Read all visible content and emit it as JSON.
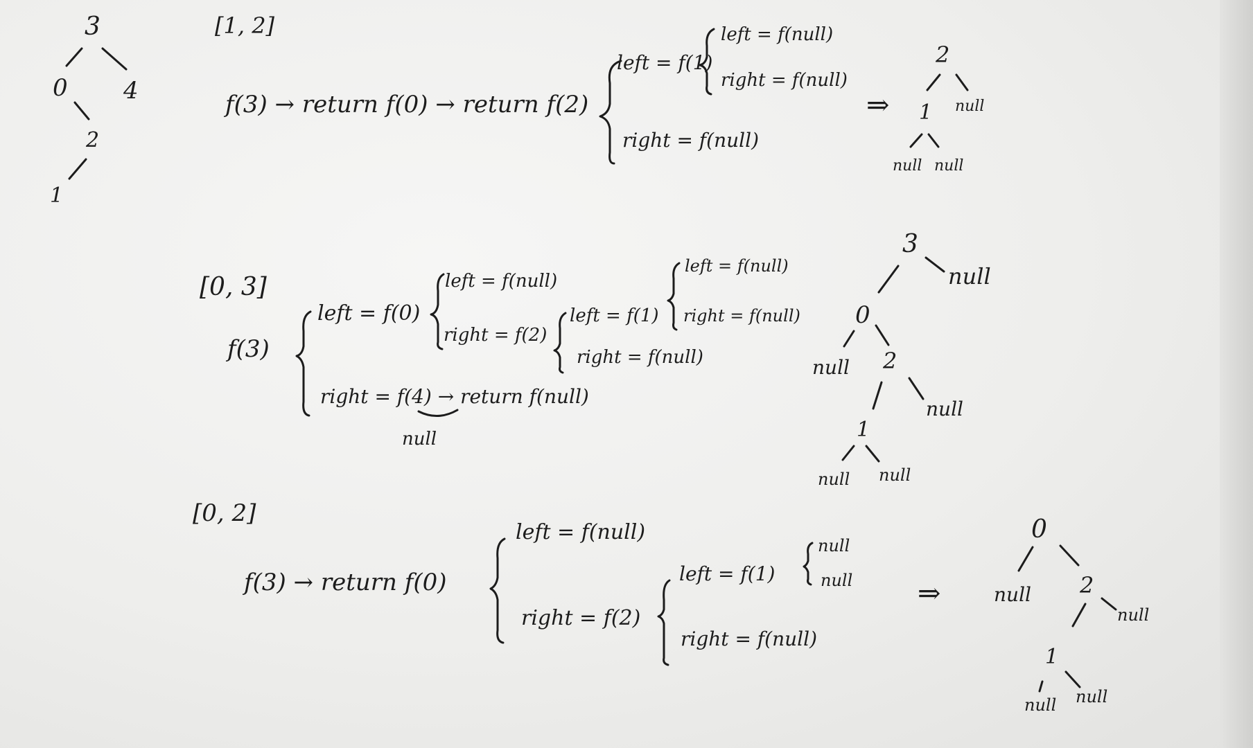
{
  "colors": {
    "paper": "#f2f2f1",
    "ink": "#1c1c1c"
  },
  "original_tree": {
    "n3": "3",
    "n0": "0",
    "n4": "4",
    "n2": "2",
    "n1": "1"
  },
  "section1": {
    "range": "[1, 2]",
    "chain": "f(3) → return f(0) → return f(2)",
    "left": "left = f(1)",
    "right": "right = f(null)",
    "sub_left": "left = f(null)",
    "sub_right": "right = f(null)",
    "arrow": "⇒",
    "tree": {
      "root": "2",
      "child": "1",
      "right_null": "null",
      "ll": "null",
      "lr": "null"
    }
  },
  "section2": {
    "range": "[0, 3]",
    "call": "f(3)",
    "left": "left = f(0)",
    "right": "right = f(4) → return f(null)",
    "note": "null",
    "l_left": "left = f(null)",
    "l_right": "right = f(2)",
    "r_left": "left = f(1)",
    "r_right": "right = f(null)",
    "rr_left": "left = f(null)",
    "rr_right": "right = f(null)",
    "tree": {
      "root": "3",
      "root_null": "null",
      "n0": "0",
      "n0_null": "null",
      "n2": "2",
      "n2_null": "null",
      "n1": "1",
      "ll": "null",
      "lr": "null"
    }
  },
  "section3": {
    "range": "[0, 2]",
    "chain": "f(3) → return f(0)",
    "left": "left = f(null)",
    "right": "right = f(2)",
    "sub_left": "left = f(1)",
    "sub_right": "right = f(null)",
    "sub_sub_1": "null",
    "sub_sub_2": "null",
    "arrow": "⇒",
    "tree": {
      "root": "0",
      "root_null": "null",
      "n2": "2",
      "n2_null": "null",
      "n1": "1",
      "ll": "null",
      "lr": "null"
    }
  }
}
